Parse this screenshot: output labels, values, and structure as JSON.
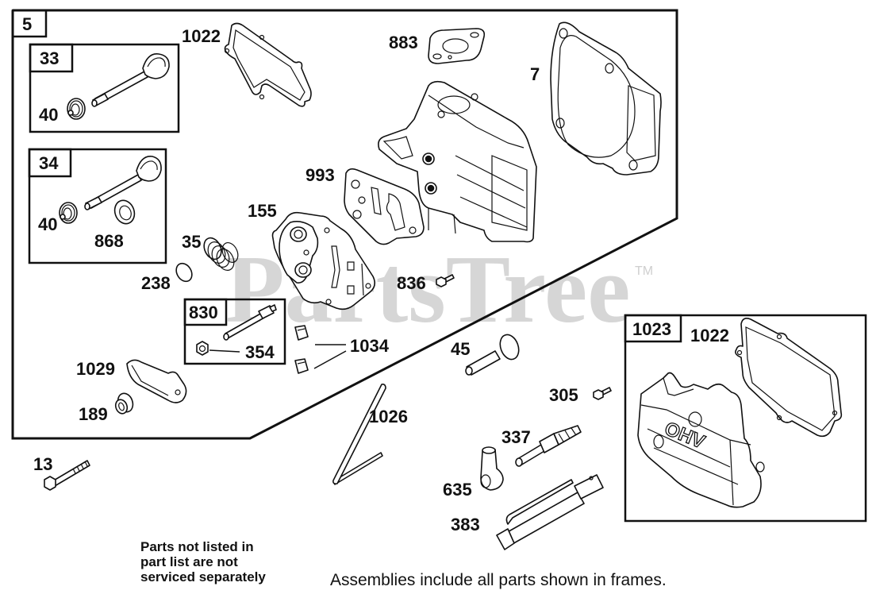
{
  "diagram": {
    "type": "exploded-parts-diagram",
    "subject": "Cylinder head assembly",
    "watermark": {
      "text": "PartsTree",
      "trademark": "TM",
      "color": "#d6d6d6"
    },
    "frames": [
      {
        "id": "5",
        "label": "5",
        "contains": [
          "1022",
          "883",
          "7",
          "33",
          "34",
          "993",
          "155",
          "35",
          "238",
          "836",
          "830",
          "1034",
          "1029",
          "189"
        ]
      },
      {
        "id": "33",
        "label": "33",
        "contains": [
          "40"
        ]
      },
      {
        "id": "34",
        "label": "34",
        "contains": [
          "40",
          "868"
        ]
      },
      {
        "id": "830",
        "label": "830",
        "contains": [
          "354"
        ]
      },
      {
        "id": "1023",
        "label": "1023",
        "contains": [
          "1022"
        ]
      }
    ],
    "callouts": {
      "p1022_top": "1022",
      "p883": "883",
      "p7": "7",
      "p40_a": "40",
      "p40_b": "40",
      "p868": "868",
      "p993": "993",
      "p155": "155",
      "p35": "35",
      "p238": "238",
      "p836": "836",
      "p354": "354",
      "p1034": "1034",
      "p1029": "1029",
      "p189": "189",
      "p45": "45",
      "p305": "305",
      "p1022_right": "1022",
      "p1026": "1026",
      "p337": "337",
      "p635": "635",
      "p383": "383",
      "p13": "13"
    },
    "cover_marking": "OHV",
    "notes": {
      "not_listed_line1": "Parts not listed in",
      "not_listed_line2": "part list are not",
      "not_listed_line3": "serviced separately",
      "assemblies": "Assemblies include all parts shown in frames."
    }
  }
}
